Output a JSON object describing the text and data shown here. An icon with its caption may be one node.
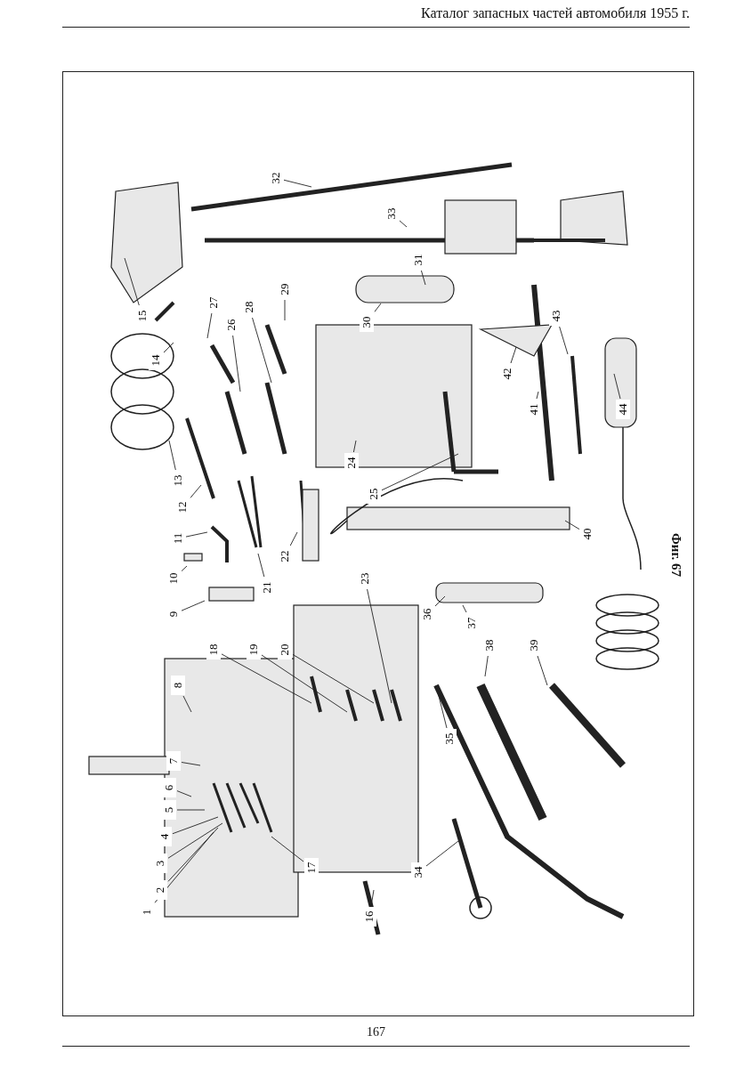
{
  "diagram": {
    "title": "Каталог запасных частей автомобиля 1955 г.",
    "nodes": [
      {
        "text": [
          "1"
        ]
      },
      {
        "text": [
          "2"
        ]
      },
      {
        "text": [
          "3"
        ]
      },
      {
        "text": [
          "4"
        ]
      },
      {
        "text": [
          "5"
        ]
      },
      {
        "text": [
          "6"
        ]
      },
      {
        "text": [
          "7"
        ]
      },
      {
        "text": [
          "8"
        ]
      },
      {
        "text": [
          "9"
        ]
      },
      {
        "text": [
          "10"
        ]
      },
      {
        "text": [
          "11"
        ]
      },
      {
        "text": [
          "12"
        ]
      },
      {
        "text": [
          "13"
        ]
      },
      {
        "text": [
          "14"
        ]
      },
      {
        "text": [
          "15"
        ]
      },
      {
        "text": [
          "16"
        ]
      },
      {
        "text": [
          "17"
        ]
      },
      {
        "text": [
          "18"
        ]
      },
      {
        "text": [
          "19"
        ]
      },
      {
        "text": [
          "20"
        ]
      },
      {
        "text": [
          "21"
        ]
      },
      {
        "text": [
          "22"
        ]
      },
      {
        "text": [
          "23"
        ]
      },
      {
        "text": [
          "24"
        ]
      },
      {
        "text": [
          "25"
        ]
      },
      {
        "text": [
          "26"
        ]
      },
      {
        "text": [
          "27"
        ]
      },
      {
        "text": [
          "28"
        ]
      },
      {
        "text": [
          "29"
        ]
      },
      {
        "text": [
          "30"
        ]
      },
      {
        "text": [
          "31"
        ]
      },
      {
        "text": [
          "32"
        ]
      },
      {
        "text": [
          "33"
        ]
      },
      {
        "text": [
          "34"
        ]
      },
      {
        "text": [
          "35"
        ]
      },
      {
        "text": [
          "36"
        ]
      },
      {
        "text": [
          "37"
        ]
      },
      {
        "text": [
          "38"
        ]
      },
      {
        "text": [
          "39"
        ]
      },
      {
        "text": [
          "40"
        ]
      },
      {
        "text": [
          "41"
        ]
      },
      {
        "text": [
          "42"
        ]
      },
      {
        "text": [
          "43"
        ]
      },
      {
        "text": [
          "44"
        ]
      }
    ],
    "edges": [
      {
        "from": 0,
        "to": null,
        "arrow": "none"
      },
      {
        "from": 1,
        "to": null,
        "arrow": "none"
      },
      {
        "from": 2,
        "to": null,
        "arrow": "none"
      },
      {
        "from": 3,
        "to": null,
        "arrow": "none"
      },
      {
        "from": 4,
        "to": null,
        "arrow": "none"
      },
      {
        "from": 5,
        "to": null,
        "arrow": "none"
      },
      {
        "from": 6,
        "to": null,
        "arrow": "none"
      },
      {
        "from": 7,
        "to": null,
        "arrow": "none"
      },
      {
        "from": 8,
        "to": null,
        "arrow": "none"
      },
      {
        "from": 9,
        "to": null,
        "arrow": "none"
      },
      {
        "from": 10,
        "to": null,
        "arrow": "none"
      },
      {
        "from": 11,
        "to": null,
        "arrow": "none"
      },
      {
        "from": 12,
        "to": null,
        "arrow": "none"
      },
      {
        "from": 13,
        "to": null,
        "arrow": "none"
      },
      {
        "from": 14,
        "to": null,
        "arrow": "none"
      },
      {
        "from": 15,
        "to": null,
        "arrow": "none"
      },
      {
        "from": 16,
        "to": null,
        "arrow": "none"
      },
      {
        "from": 17,
        "to": null,
        "arrow": "none"
      },
      {
        "from": 18,
        "to": null,
        "arrow": "none"
      },
      {
        "from": 19,
        "to": null,
        "arrow": "none"
      },
      {
        "from": 20,
        "to": null,
        "arrow": "none"
      },
      {
        "from": 21,
        "to": null,
        "arrow": "none"
      },
      {
        "from": 22,
        "to": null,
        "arrow": "none"
      },
      {
        "from": 23,
        "to": null,
        "arrow": "none"
      },
      {
        "from": 24,
        "to": null,
        "arrow": "none"
      },
      {
        "from": 25,
        "to": null,
        "arrow": "none"
      },
      {
        "from": 26,
        "to": null,
        "arrow": "none"
      },
      {
        "from": 27,
        "to": null,
        "arrow": "none"
      },
      {
        "from": 28,
        "to": null,
        "arrow": "none"
      },
      {
        "from": 29,
        "to": null,
        "arrow": "none"
      },
      {
        "from": 30,
        "to": null,
        "arrow": "none"
      },
      {
        "from": 31,
        "to": null,
        "arrow": "none"
      },
      {
        "from": 32,
        "to": null,
        "arrow": "none"
      },
      {
        "from": 33,
        "to": null,
        "arrow": "none"
      },
      {
        "from": 34,
        "to": null,
        "arrow": "none"
      },
      {
        "from": 35,
        "to": null,
        "arrow": "none"
      },
      {
        "from": 36,
        "to": null,
        "arrow": "none"
      },
      {
        "from": 37,
        "to": null,
        "arrow": "none"
      },
      {
        "from": 38,
        "to": null,
        "arrow": "none"
      },
      {
        "from": 39,
        "to": null,
        "arrow": "none"
      },
      {
        "from": 40,
        "to": null,
        "arrow": "none"
      },
      {
        "from": 41,
        "to": null,
        "arrow": "none"
      },
      {
        "from": 42,
        "to": null,
        "arrow": "none"
      },
      {
        "from": 43,
        "to": null,
        "arrow": "none"
      }
    ],
    "labels": [
      "Фиг. 67",
      "167"
    ]
  }
}
